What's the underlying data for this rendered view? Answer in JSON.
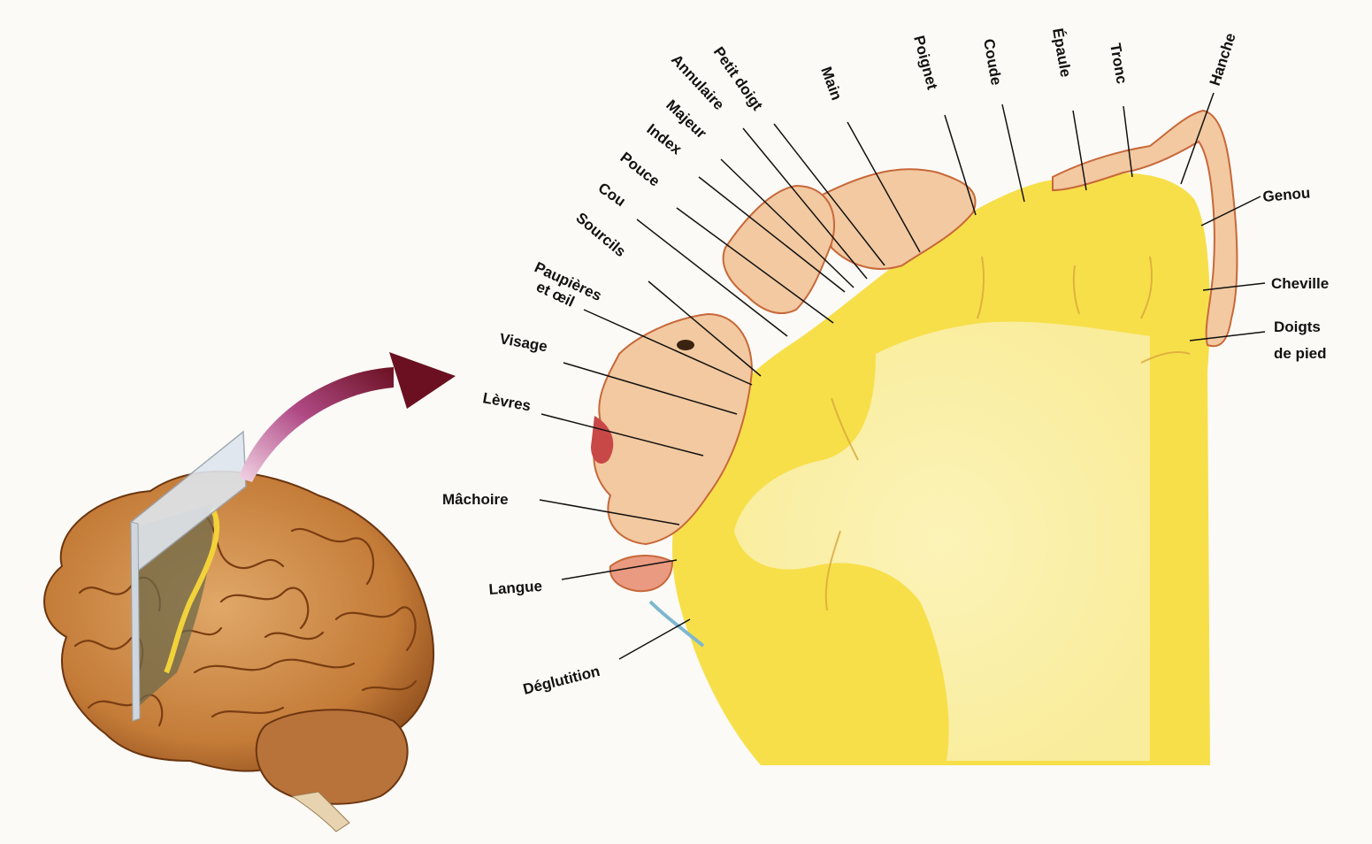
{
  "diagram": {
    "labels": {
      "petit_doigt": "Petit doigt",
      "annulaire": "Annulaire",
      "majeur": "Majeur",
      "index": "Index",
      "pouce": "Pouce",
      "cou": "Cou",
      "sourcils": "Sourcils",
      "paupieres_line1": "Paupières",
      "paupieres_line2": "et œil",
      "visage": "Visage",
      "levres": "Lèvres",
      "machoire": "Mâchoire",
      "langue": "Langue",
      "deglutition": "Déglutition",
      "main": "Main",
      "poignet": "Poignet",
      "coude": "Coude",
      "epaule": "Épaule",
      "tronc": "Tronc",
      "hanche": "Hanche",
      "genou": "Genou",
      "cheville": "Cheville",
      "doigts_line1": "Doigts",
      "doigts_line2": "de pied"
    },
    "colors": {
      "cortex_yellow": "#f7df4a",
      "cortex_light": "#fbf1b0",
      "brain_tan": "#c8853e",
      "brain_shadow": "#8a4a1a",
      "arrow": "#8a1f3a",
      "skin": "#f2c9a0",
      "skin_line": "#c8683a"
    }
  }
}
